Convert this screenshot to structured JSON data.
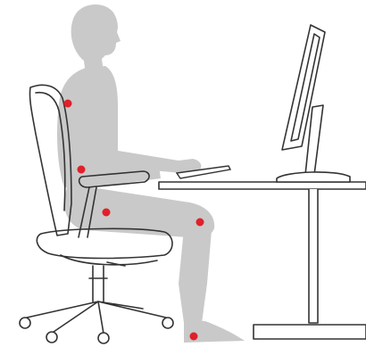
{
  "scene": "ergonomic-sitting-posture",
  "colors": {
    "background": "#ffffff",
    "figure_fill": "#c9c9c9",
    "line": "#333333",
    "marker": "#e0202a"
  },
  "markers": [
    {
      "id": "upper-back"
    },
    {
      "id": "lower-back"
    },
    {
      "id": "thigh"
    },
    {
      "id": "knee"
    },
    {
      "id": "foot"
    }
  ]
}
